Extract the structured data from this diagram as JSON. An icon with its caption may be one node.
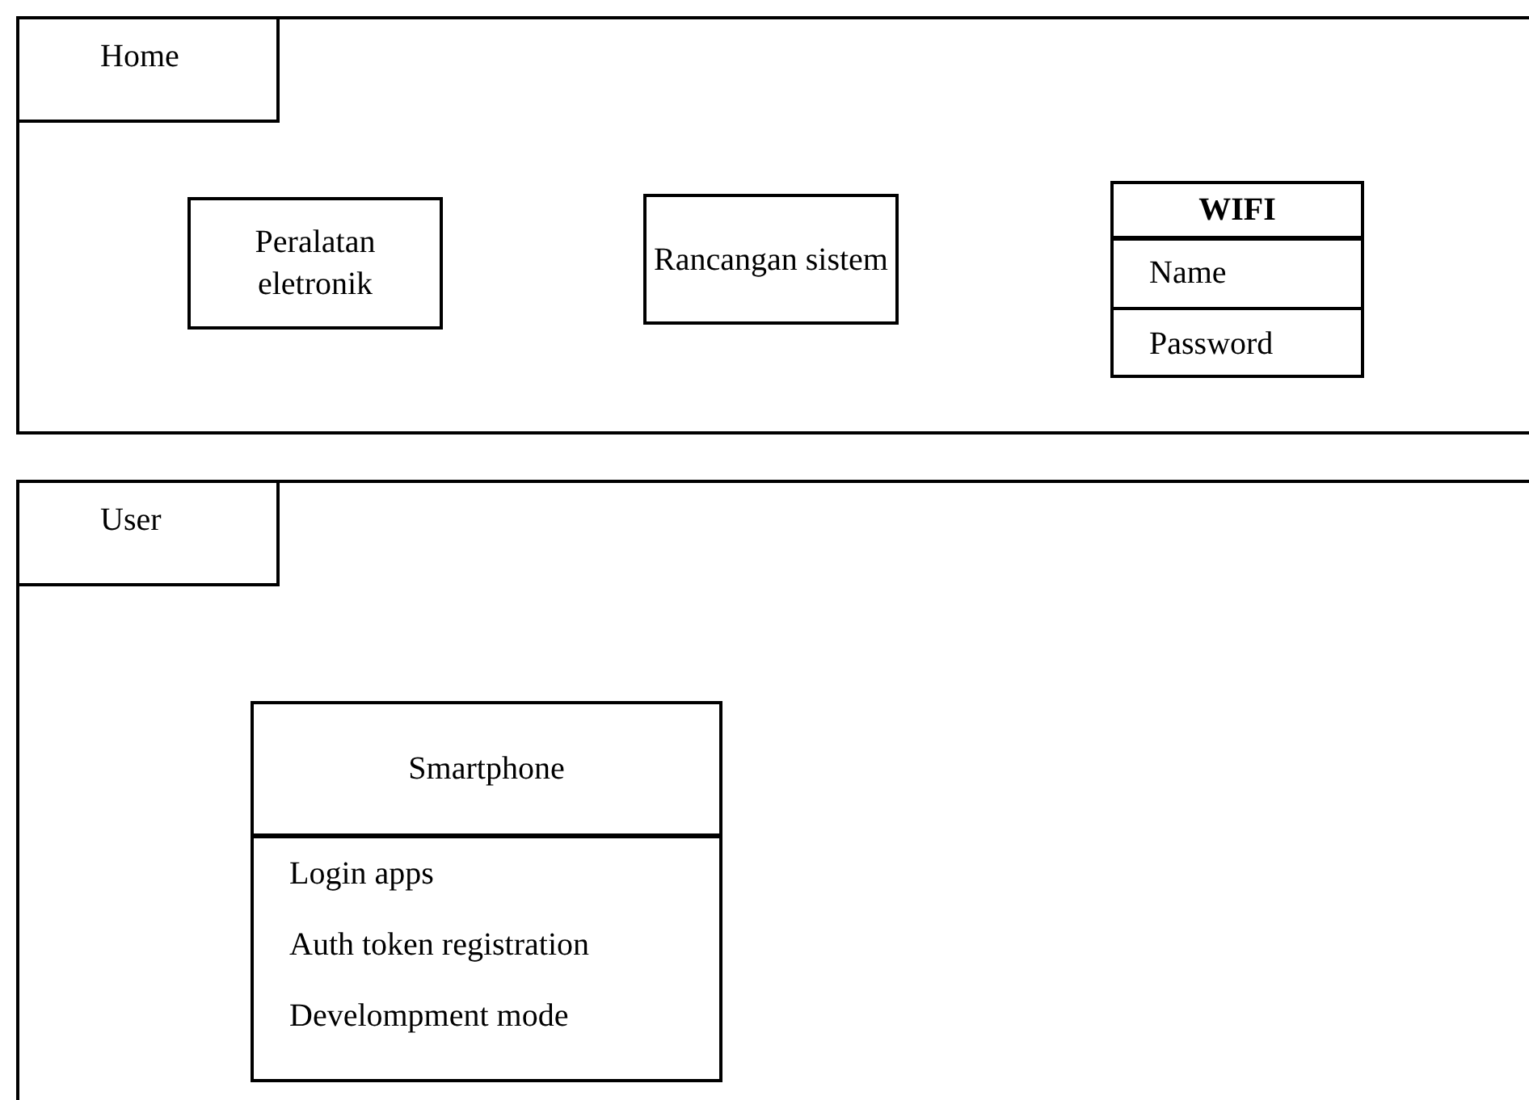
{
  "diagram": {
    "nodes": [
      {
        "text": [
          "Home"
        ]
      },
      {
        "text": [
          "Peralatan eletronik"
        ],
        "in": 0
      },
      {
        "text": [
          "Rancangan sistem"
        ],
        "in": 0
      },
      {
        "text": [
          "WIFI",
          "Name",
          "Password"
        ],
        "in": 0
      },
      {
        "text": [
          "User"
        ]
      },
      {
        "text": [
          "Smartphone",
          "Login apps",
          "Auth token registration",
          "Develompment mode"
        ],
        "in": 4
      }
    ]
  }
}
